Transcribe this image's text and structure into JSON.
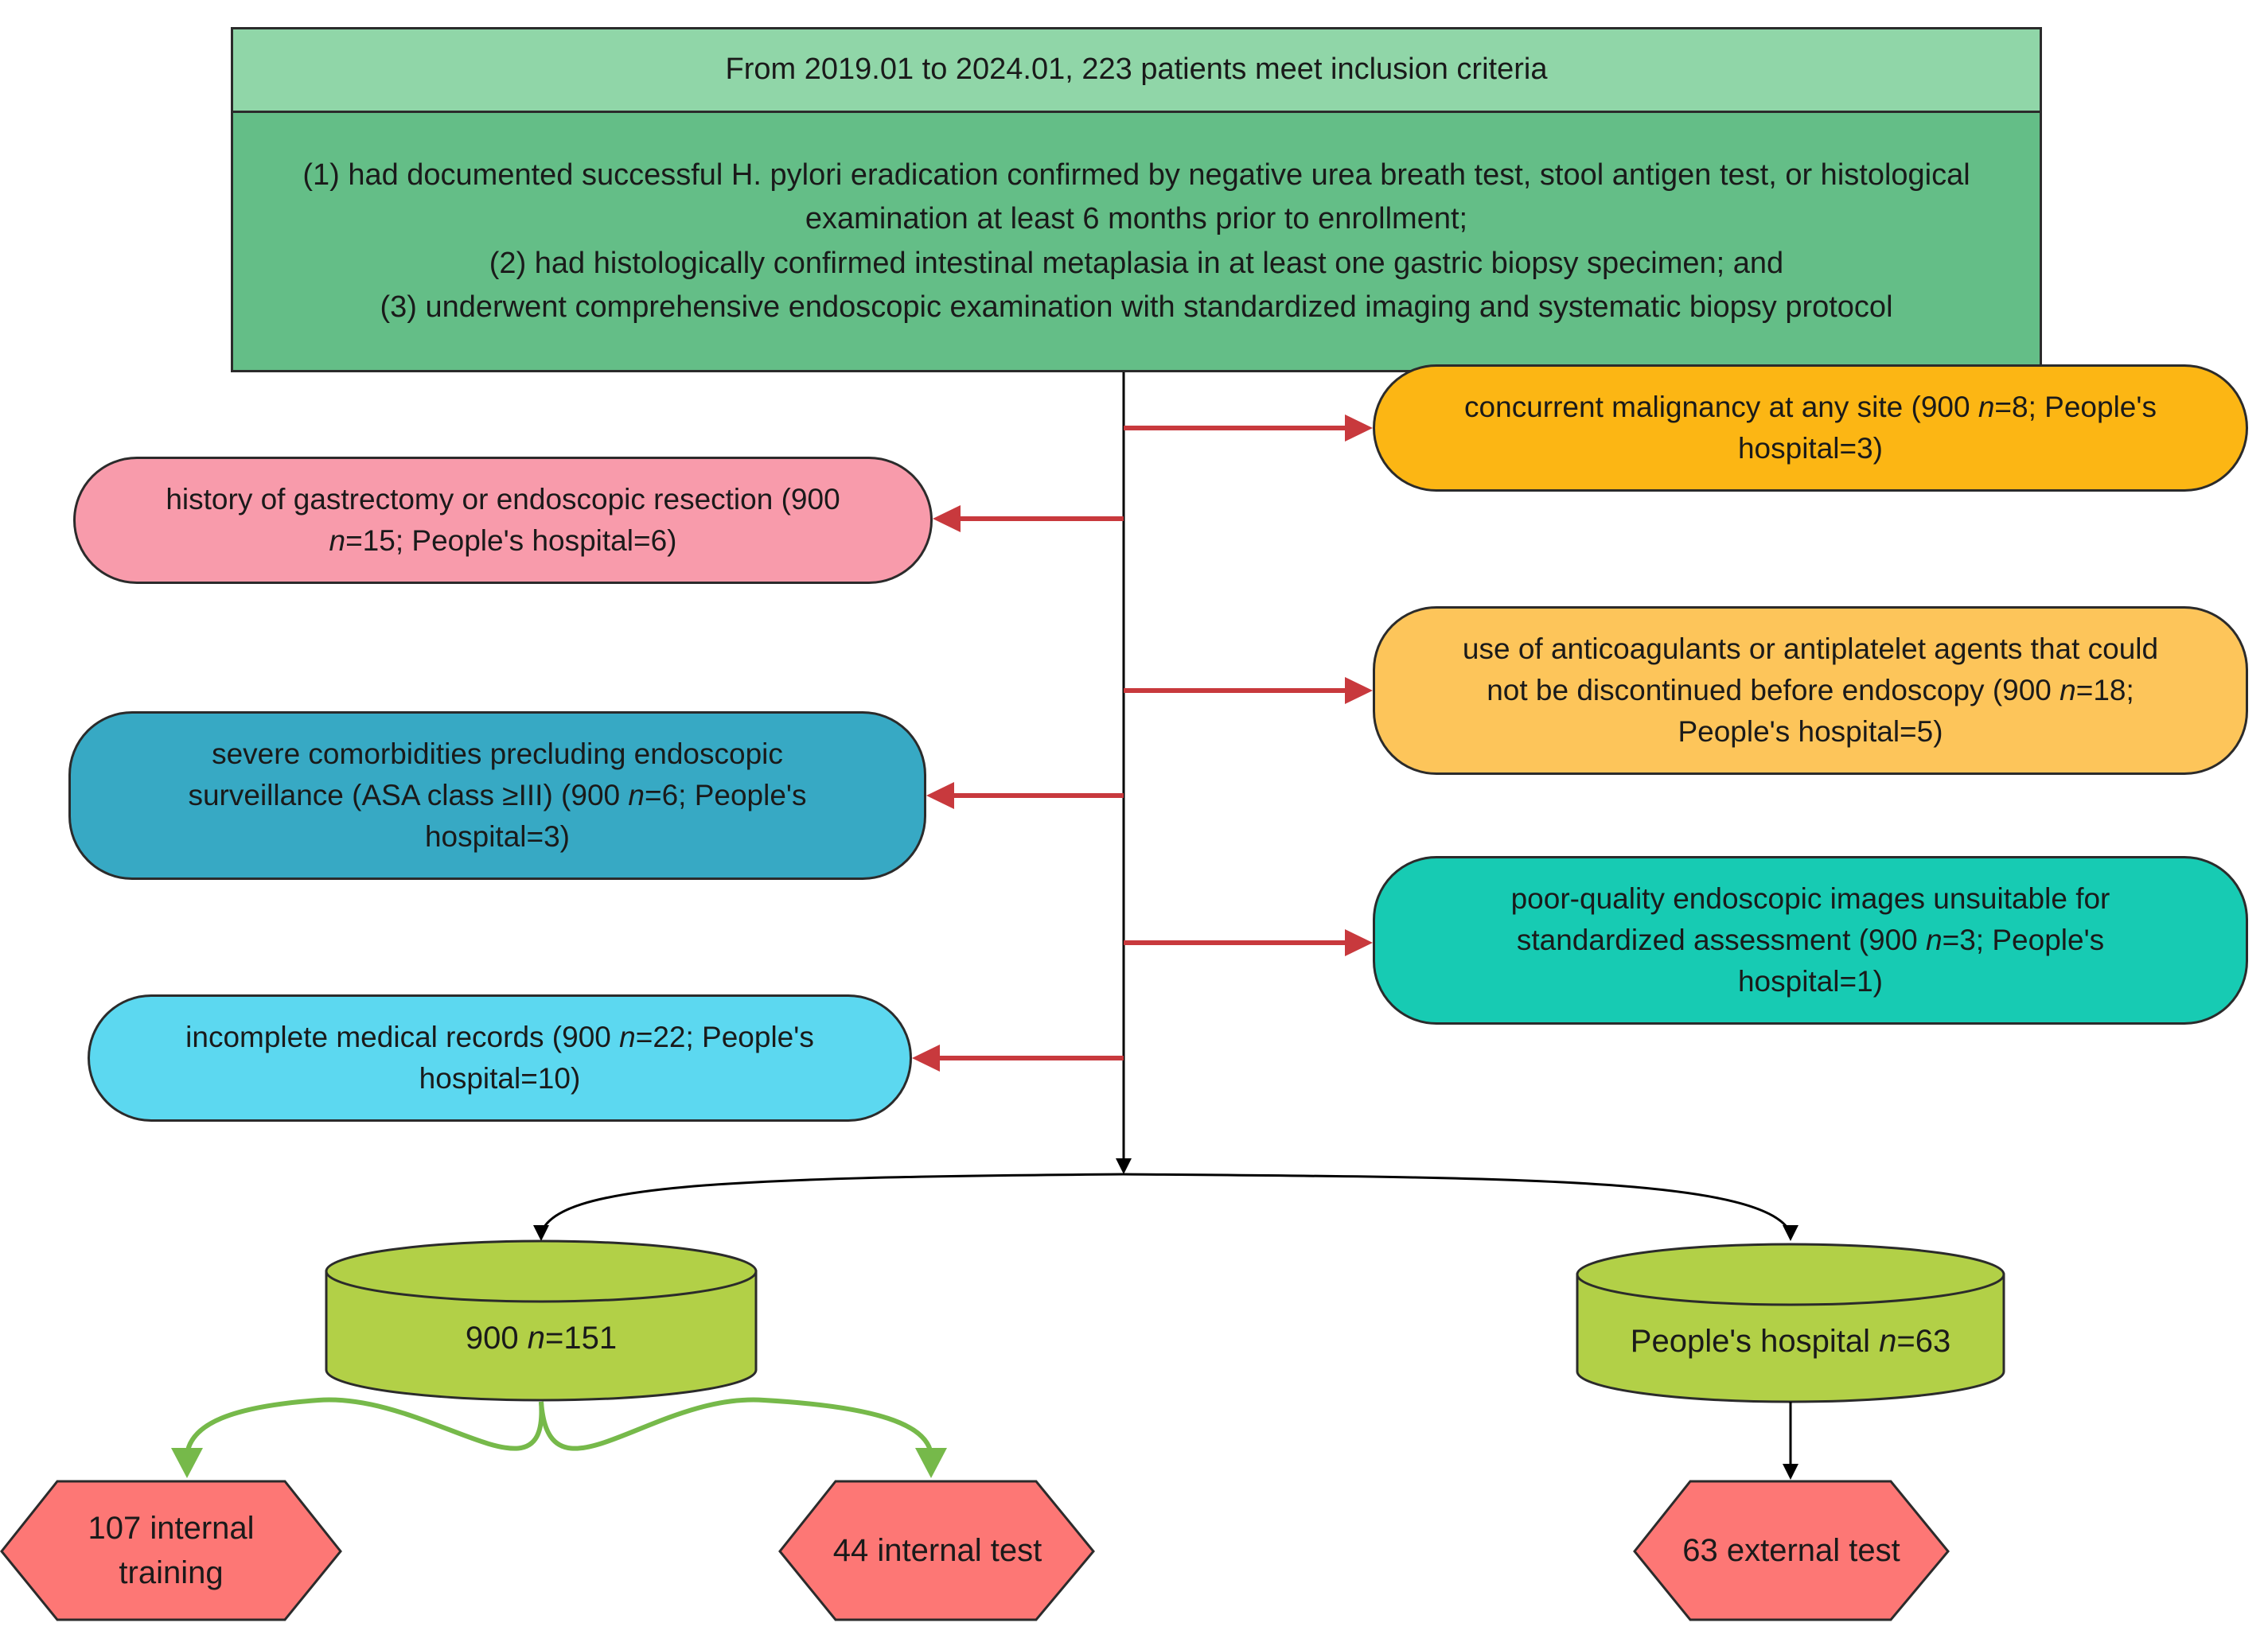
{
  "inclusion": {
    "header": "From 2019.01 to 2024.01, 223 patients meet inclusion criteria",
    "criteria": [
      "(1) had documented successful H. pylori eradication confirmed by negative urea breath test, stool antigen test, or histological",
      "examination at least 6 months prior to enrollment;",
      "(2) had histologically confirmed intestinal metaplasia in at least one gastric biopsy specimen; and",
      "(3) underwent comprehensive endoscopic examination with standardized imaging and systematic biopsy protocol"
    ]
  },
  "exclusions": {
    "malignancy": {
      "text_a": "concurrent malignancy at any site  (900 ",
      "n": "n",
      "text_b": "=8; People's",
      "text_c": "hospital=3)",
      "color": "#fcb614"
    },
    "gastrectomy": {
      "text_a": "history of gastrectomy or endoscopic resection   (900",
      "n": "n",
      "text_b": "=15; People's hospital=6)",
      "color": "#f89bab"
    },
    "anticoagulants": {
      "line1": "use of anticoagulants or antiplatelet agents that could",
      "text_a": "not be discontinued before endoscopy   (900 ",
      "n": "n",
      "text_b": "=18;",
      "line3": "People's hospital=5)",
      "color": "#fdc55a"
    },
    "comorbidities": {
      "line1": "severe comorbidities precluding endoscopic",
      "text_a": "surveillance (ASA class ≥III)  (900 ",
      "n": "n",
      "text_b": "=6; People's",
      "line3": "hospital=3)",
      "color": "#37a9c4"
    },
    "poor_images": {
      "line1": "poor-quality endoscopic images unsuitable for",
      "text_a": "standardized assessment   (900 ",
      "n": "n",
      "text_b": "=3; People's",
      "line3": "hospital=1)",
      "color": "#17cbb3"
    },
    "records": {
      "text_a": "incomplete medical records   (900 ",
      "n": "n",
      "text_b": "=22; People's",
      "line2": "hospital=10)",
      "color": "#5cd8f0"
    }
  },
  "cohorts": {
    "left": {
      "text_a": "900 ",
      "n": "n",
      "text_b": "=151"
    },
    "right": {
      "text_a": "People's hospital ",
      "n": "n",
      "text_b": "=63"
    }
  },
  "sets": {
    "training_line1": "107 internal",
    "training_line2": "training",
    "internal_test": "44 internal test",
    "external_test": "63 external test"
  },
  "colors": {
    "arrow_red": "#c8393d",
    "arrow_green": "#76b94a",
    "cylinder": "#b2d047",
    "hexagon": "#fd7775",
    "inclusion_header": "#90d6a8",
    "inclusion_body": "#64be87"
  }
}
